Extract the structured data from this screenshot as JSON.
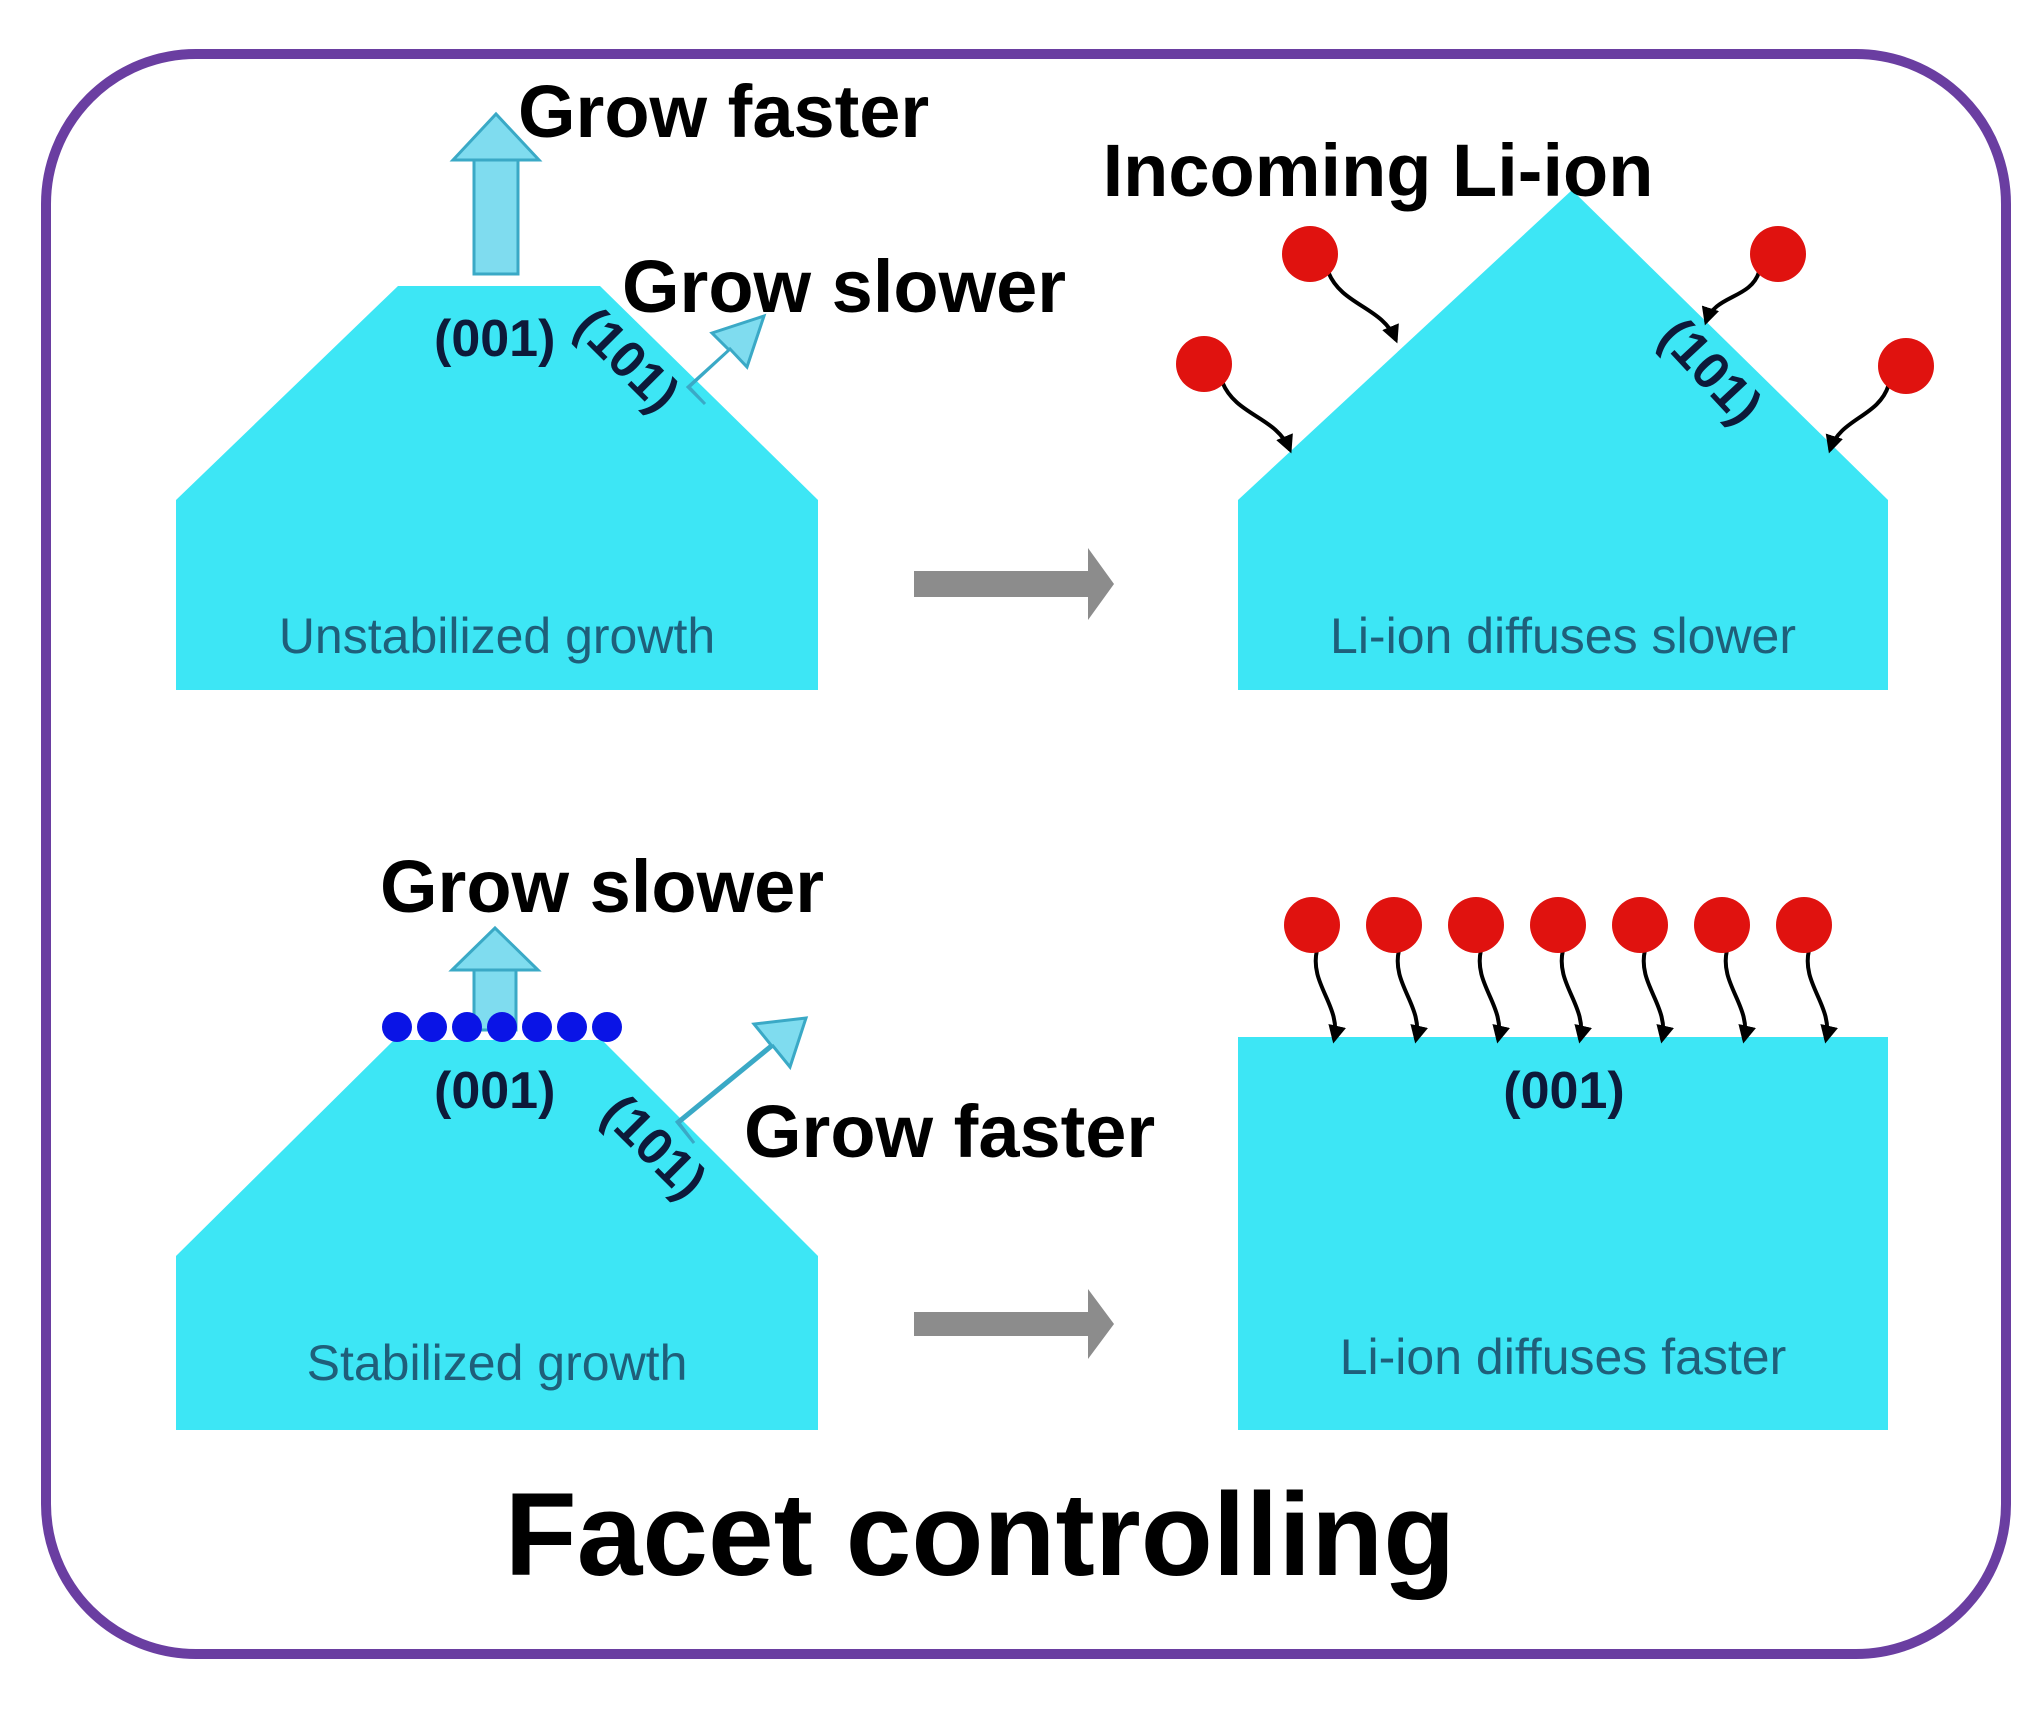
{
  "title": "Facet controlling",
  "colors": {
    "frame": "#6a3ea1",
    "crystal": "#3de6f5",
    "growth_arrow": "#7fdcef",
    "growth_arrow_edge": "#3aa9c6",
    "process_arrow": "#8c8c8c",
    "li_ion": "#e0120f",
    "additive": "#0a14e6"
  },
  "panels": {
    "top_left": {
      "caption": "Unstabilized growth",
      "facet_001": "(001)",
      "facet_101": "(101)",
      "arrow_up_label": "Grow faster",
      "arrow_diag_label": "Grow slower"
    },
    "top_right": {
      "header": "Incoming Li-ion",
      "caption": "Li-ion diffuses slower",
      "facet_101": "(101)"
    },
    "bottom_left": {
      "caption": "Stabilized growth",
      "facet_001": "(001)",
      "facet_101": "(101)",
      "arrow_up_label": "Grow slower",
      "arrow_diag_label": "Grow faster"
    },
    "bottom_right": {
      "caption": "Li-ion diffuses faster",
      "facet_001": "(001)"
    }
  }
}
